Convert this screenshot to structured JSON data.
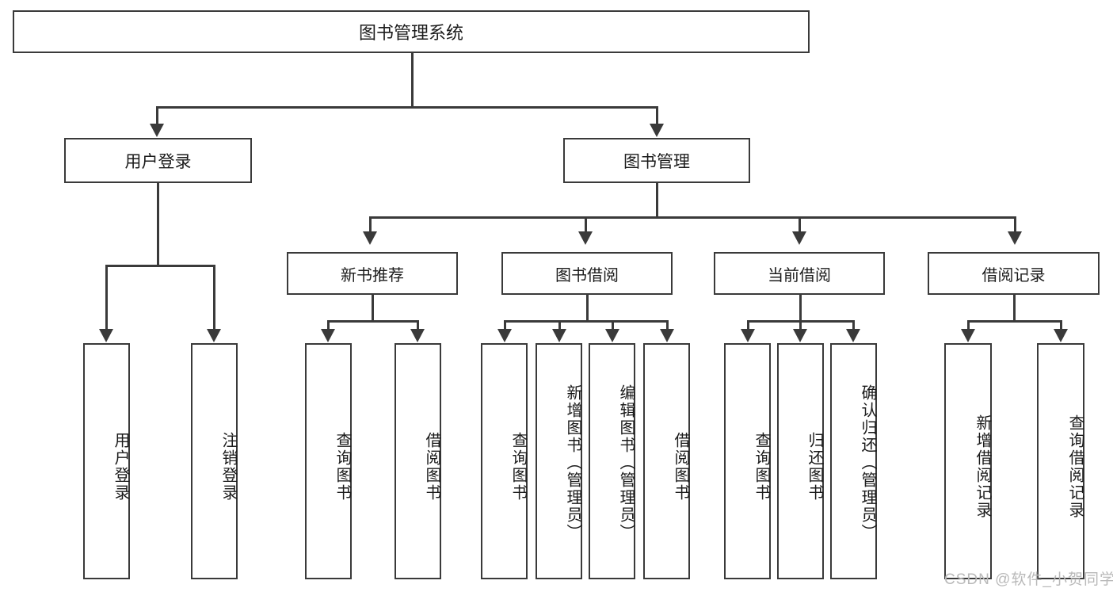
{
  "diagram": {
    "title": "图书管理系统",
    "type": "tree-hierarchy",
    "watermark": "CSDN @软件_小贺同学",
    "colors": {
      "box_border": "#3a3a3a",
      "box_fill": "#ffffff",
      "connector": "#3a3a3a",
      "text": "#1b1b1b",
      "watermark": "#b9b9b9"
    },
    "root": {
      "label": "图书管理系统"
    },
    "level2": [
      {
        "label": "用户登录"
      },
      {
        "label": "图书管理"
      }
    ],
    "level3": [
      {
        "label": "新书推荐"
      },
      {
        "label": "图书借阅"
      },
      {
        "label": "当前借阅"
      },
      {
        "label": "借阅记录"
      }
    ],
    "leaves": {
      "user_login": [
        {
          "label": "用户登录"
        },
        {
          "label": "注销登录"
        }
      ],
      "new_book_recommend": [
        {
          "label": "查询图书"
        },
        {
          "label": "借阅图书"
        }
      ],
      "book_borrow": [
        {
          "label": "查询图书"
        },
        {
          "label": "新增图书（管理员）"
        },
        {
          "label": "编辑图书（管理员）"
        },
        {
          "label": "借阅图书"
        }
      ],
      "current_borrow": [
        {
          "label": "查询图书"
        },
        {
          "label": "归还图书"
        },
        {
          "label": "确认归还（管理员）"
        }
      ],
      "borrow_record": [
        {
          "label": "新增借阅记录"
        },
        {
          "label": "查询借阅记录"
        }
      ]
    }
  }
}
